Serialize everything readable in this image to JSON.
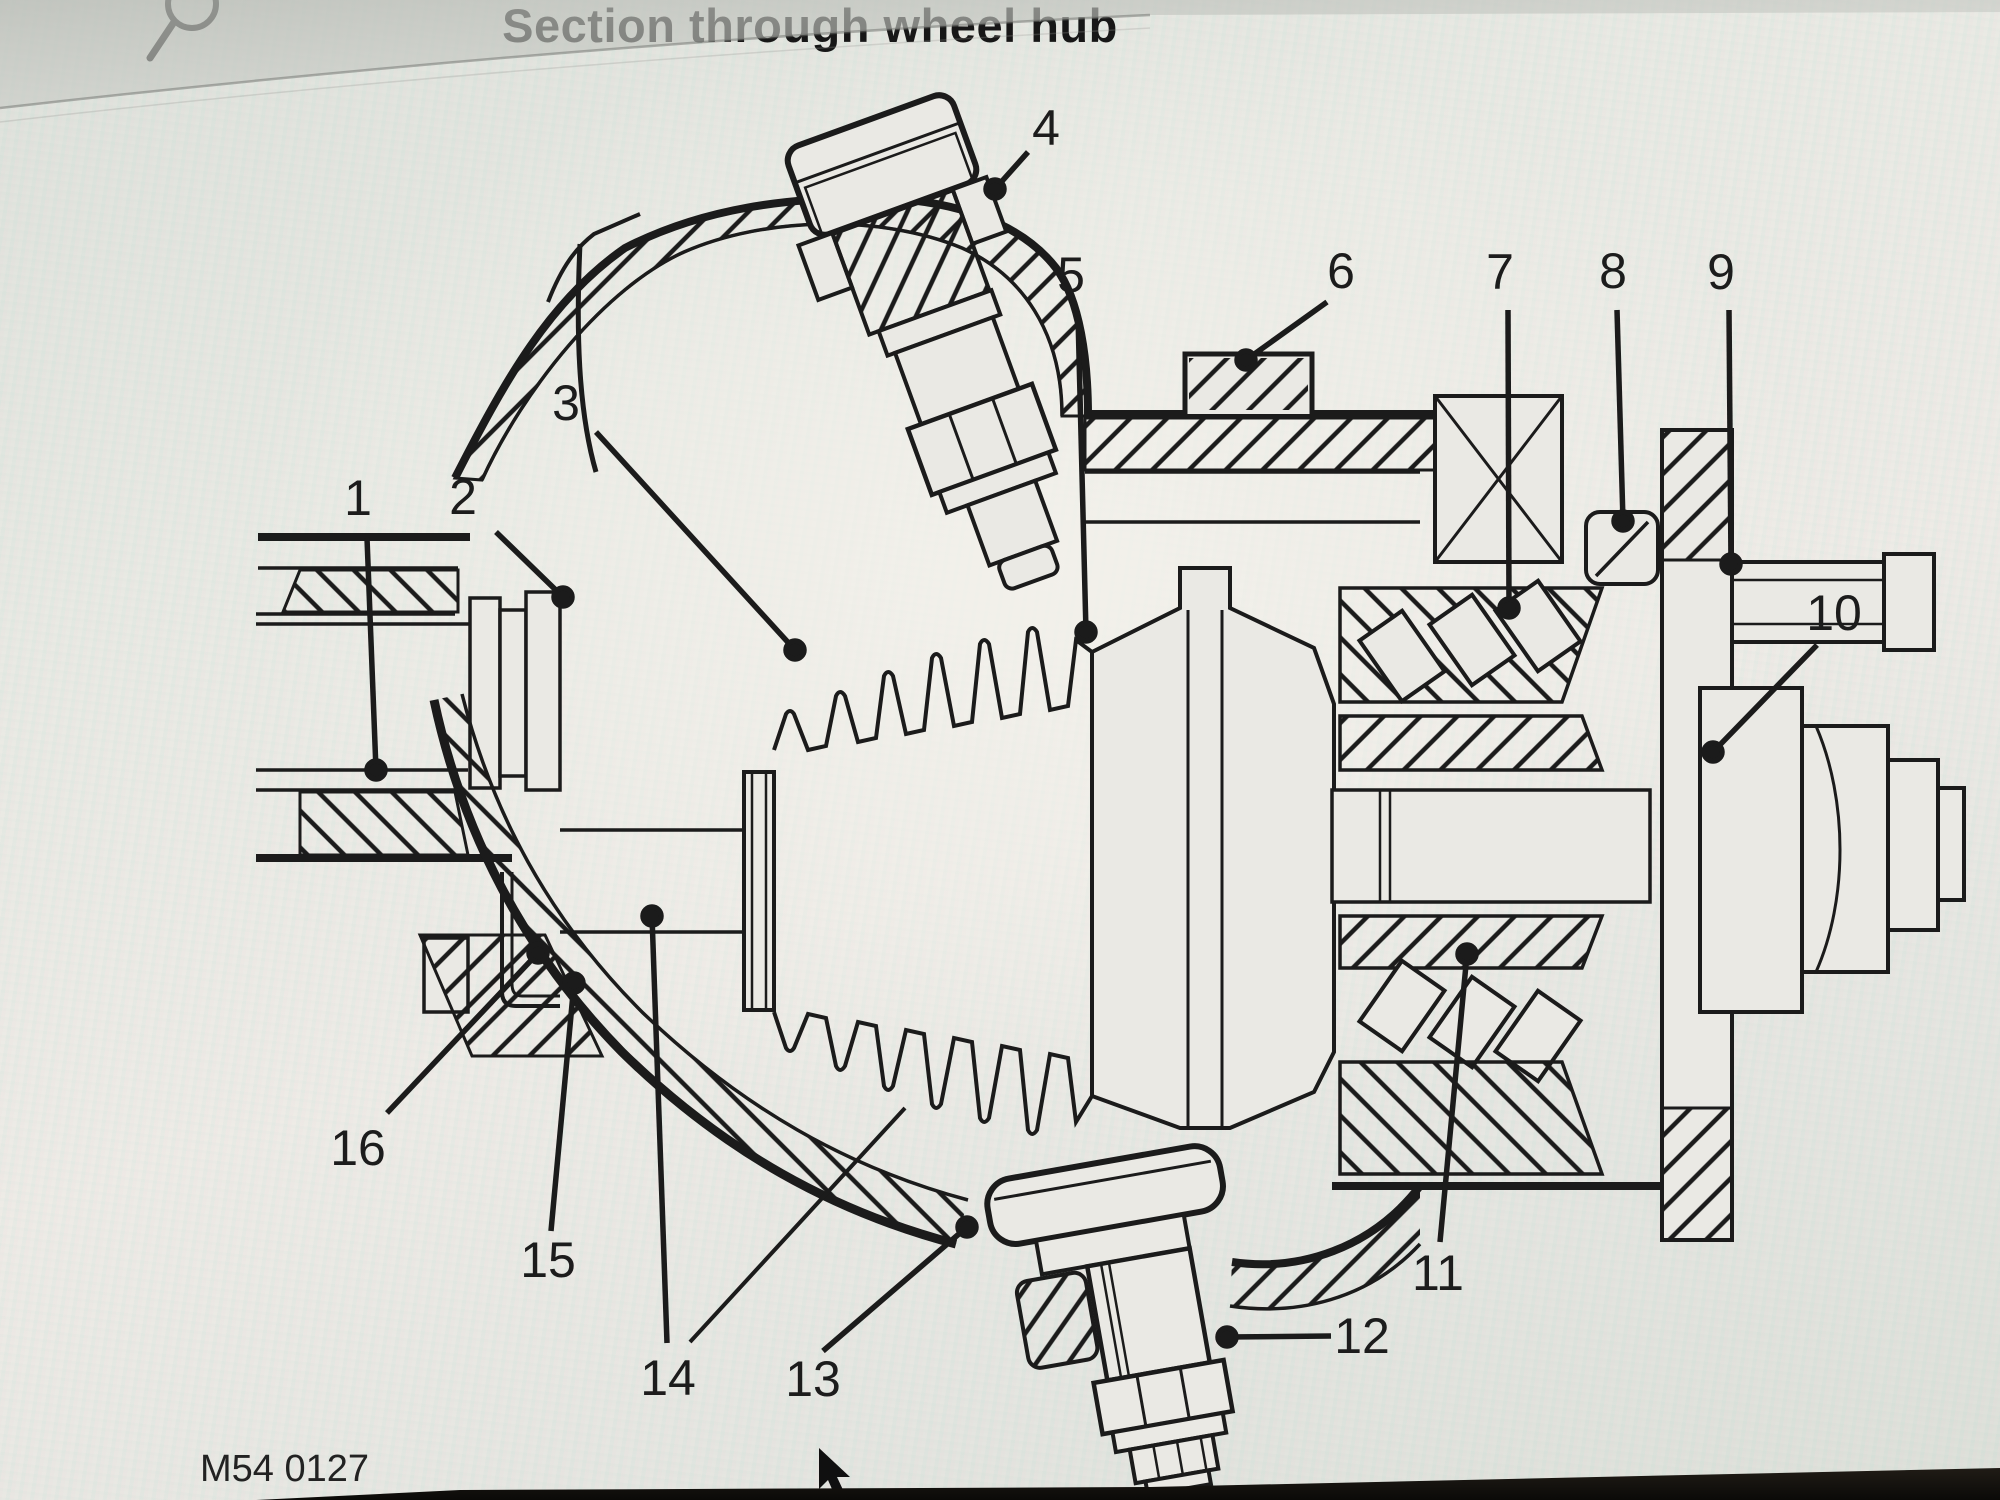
{
  "screen": {
    "title": "Section through wheel hub",
    "figure_ref": "M54 0127",
    "icons": {
      "magnifier": "magnifier-icon",
      "cursor": "cursor-arrow-icon"
    },
    "colors": {
      "ink": "#1b1b1b",
      "paper": "#eae9e4",
      "glare": "#c9ccc6",
      "bezel": "#14110d"
    }
  },
  "callouts": [
    {
      "label": "1"
    },
    {
      "label": "2"
    },
    {
      "label": "3"
    },
    {
      "label": "4"
    },
    {
      "label": "5"
    },
    {
      "label": "6"
    },
    {
      "label": "7"
    },
    {
      "label": "8"
    },
    {
      "label": "9"
    },
    {
      "label": "10"
    },
    {
      "label": "11"
    },
    {
      "label": "12"
    },
    {
      "label": "13"
    },
    {
      "label": "14"
    },
    {
      "label": "15"
    },
    {
      "label": "16"
    }
  ]
}
